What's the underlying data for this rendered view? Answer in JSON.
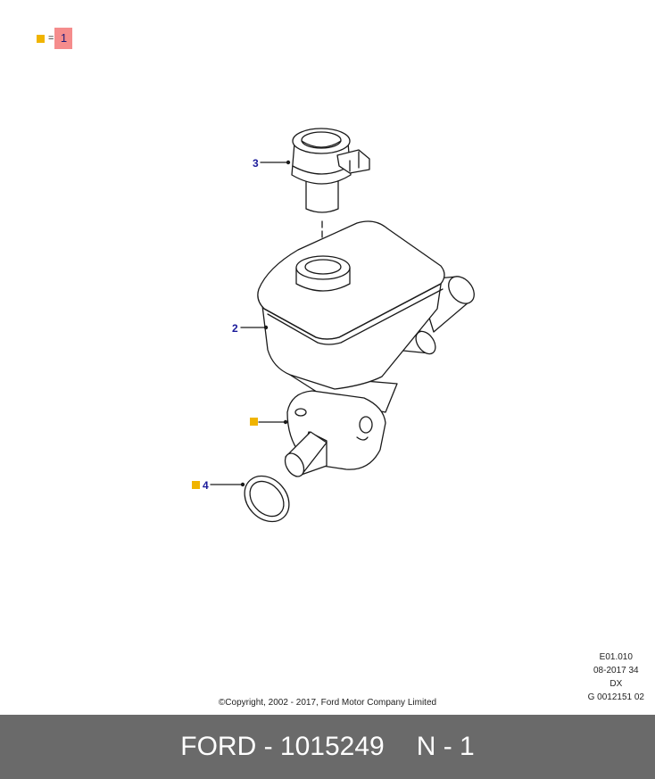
{
  "colors": {
    "marker": "#f0b400",
    "highlight": "#f58c8c",
    "callout_text": "#1a1a9a",
    "line": "#1a1a1a",
    "footer_bg": "#6a6a6a"
  },
  "legend": {
    "equals": "=",
    "number": "1"
  },
  "callouts": {
    "c3": "3",
    "c2": "2",
    "c4": "4"
  },
  "meta": {
    "line1": "E01.010",
    "line2": "08-2017 34",
    "line3": "DX",
    "line4": "G 0012151 02"
  },
  "copyright": "©Copyright, 2002 - 2017, Ford Motor Company Limited",
  "footer": {
    "part": "FORD - 1015249",
    "qty": "N - 1"
  },
  "icons": {
    "marker": "yellow-square-icon"
  }
}
